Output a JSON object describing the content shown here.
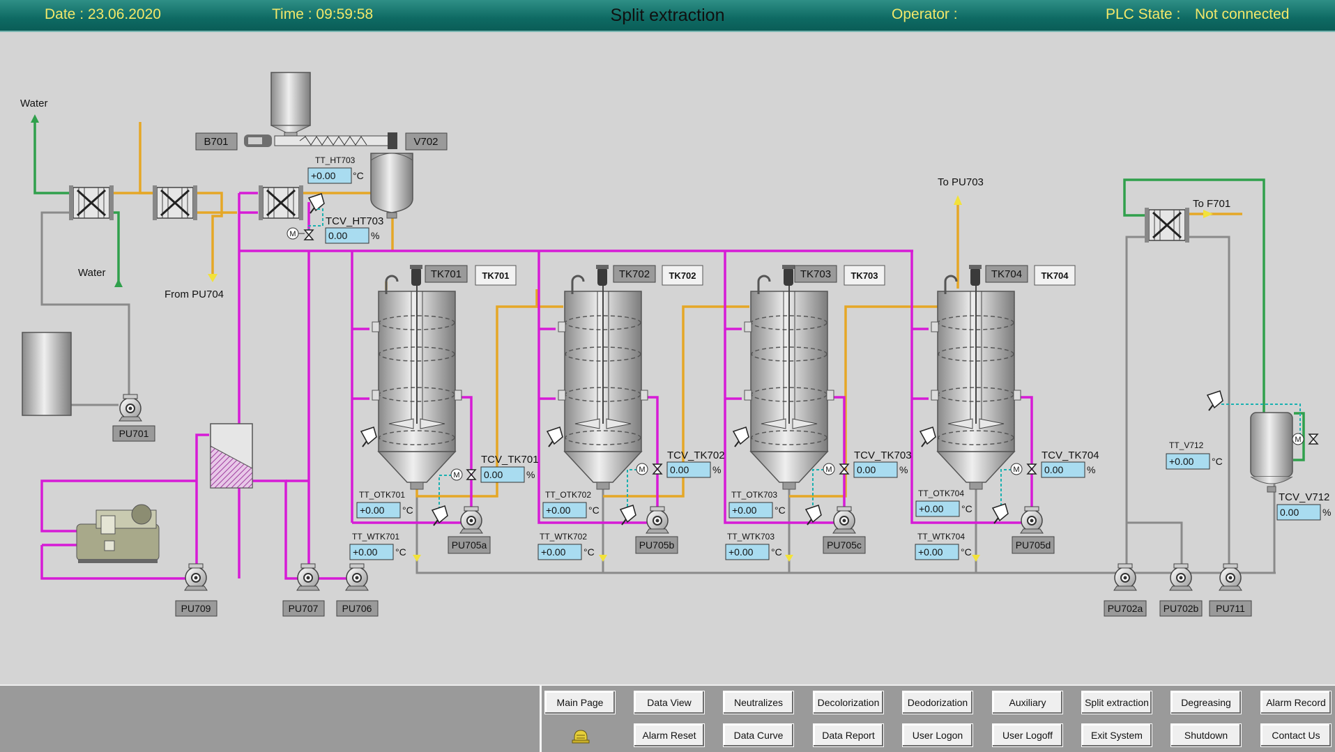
{
  "header": {
    "date": "Date :  23.06.2020",
    "time": "Time : 09:59:58",
    "title": "Split extraction",
    "operator": "Operator :",
    "plc_label": "PLC State :",
    "plc_value": "Not connected"
  },
  "colors": {
    "magenta": "#d61bd6",
    "orange": "#e5a726",
    "green": "#30a04c",
    "gray_pipe": "#8a8a8a",
    "field_bg": "#a9dcf0",
    "header_text": "#f2e86a"
  },
  "labels": {
    "water_top": "Water",
    "water_mid": "Water",
    "from_pu704": "From PU704",
    "to_pu703": "To PU703",
    "to_f701": "To F701"
  },
  "equipment": {
    "b701": "B701",
    "v702": "V702",
    "tk701": "TK701",
    "tk702": "TK702",
    "tk703": "TK703",
    "tk704": "TK704",
    "tk701_btn": "TK701",
    "tk702_btn": "TK702",
    "tk703_btn": "TK703",
    "tk704_btn": "TK704"
  },
  "pumps": {
    "pu701": "PU701",
    "pu709": "PU709",
    "pu707": "PU707",
    "pu706": "PU706",
    "pu705a": "PU705a",
    "pu705b": "PU705b",
    "pu705c": "PU705c",
    "pu705d": "PU705d",
    "pu702a": "PU702a",
    "pu702b": "PU702b",
    "pu711": "PU711"
  },
  "instruments": {
    "tt_ht703": {
      "tag": "TT_HT703",
      "value": "+0.00",
      "unit": "°C"
    },
    "tcv_ht703": {
      "tag": "TCV_HT703",
      "value": "0.00",
      "unit": "%"
    },
    "tcv_tk701": {
      "tag": "TCV_TK701",
      "value": "0.00",
      "unit": "%"
    },
    "tcv_tk702": {
      "tag": "TCV_TK702",
      "value": "0.00",
      "unit": "%"
    },
    "tcv_tk703": {
      "tag": "TCV_TK703",
      "value": "0.00",
      "unit": "%"
    },
    "tcv_tk704": {
      "tag": "TCV_TK704",
      "value": "0.00",
      "unit": "%"
    },
    "tt_otk701": {
      "tag": "TT_OTK701",
      "value": "+0.00",
      "unit": "°C"
    },
    "tt_otk702": {
      "tag": "TT_OTK702",
      "value": "+0.00",
      "unit": "°C"
    },
    "tt_otk703": {
      "tag": "TT_OTK703",
      "value": "+0.00",
      "unit": "°C"
    },
    "tt_otk704": {
      "tag": "TT_OTK704",
      "value": "+0.00",
      "unit": "°C"
    },
    "tt_wtk701": {
      "tag": "TT_WTK701",
      "value": "+0.00",
      "unit": "°C"
    },
    "tt_wtk702": {
      "tag": "TT_WTK702",
      "value": "+0.00",
      "unit": "°C"
    },
    "tt_wtk703": {
      "tag": "TT_WTK703",
      "value": "+0.00",
      "unit": "°C"
    },
    "tt_wtk704": {
      "tag": "TT_WTK704",
      "value": "+0.00",
      "unit": "°C"
    },
    "tt_v712": {
      "tag": "TT_V712",
      "value": "+0.00",
      "unit": "°C"
    },
    "tcv_v712": {
      "tag": "TCV_V712",
      "value": "0.00",
      "unit": "%"
    },
    "motor_symbol": "M"
  },
  "nav": {
    "main_page": "Main Page",
    "data_view": "Data View",
    "neutralizes": "Neutralizes",
    "decolorization": "Decolorization",
    "deodorization": "Deodorization",
    "auxiliary": "Auxiliary",
    "split_extraction": "Split extraction",
    "degreasing": "Degreasing",
    "alarm_record": "Alarm Record",
    "alarm_reset": "Alarm Reset",
    "data_curve": "Data Curve",
    "data_report": "Data Report",
    "user_logon": "User Logon",
    "user_logoff": "User Logoff",
    "exit_system": "Exit System",
    "shutdown": "Shutdown",
    "contact_us": "Contact Us"
  }
}
